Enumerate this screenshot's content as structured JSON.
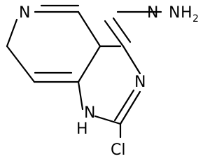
{
  "molecule": {
    "atoms": {
      "pyridine_n": "N",
      "ring_n3": "N",
      "ring_n1": "N",
      "ring_n1_h": "H",
      "chlorine": "Cl",
      "hydrazone_n1": "N",
      "hydrazone_n2": "N",
      "hydrazone_h": "H",
      "hydrazone_h_count": "2"
    }
  }
}
